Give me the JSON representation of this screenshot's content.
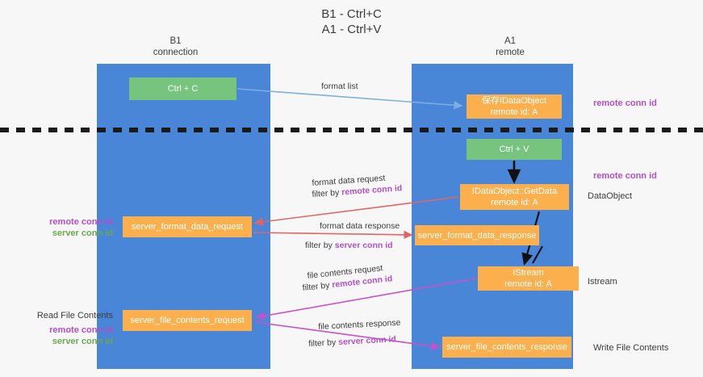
{
  "title": {
    "line1": "B1 - Ctrl+C",
    "line2": "A1 - Ctrl+V"
  },
  "columns": {
    "b1": {
      "name": "B1",
      "role": "connection"
    },
    "a1": {
      "name": "A1",
      "role": "remote"
    }
  },
  "nodes": {
    "ctrl_c": {
      "label": "Ctrl + C",
      "color": "#76c47d"
    },
    "save_dataobject": {
      "line1": "保存IDataObject",
      "line2": "remote id: A",
      "color": "#fbb04d"
    },
    "ctrl_v": {
      "label": "Ctrl + V",
      "color": "#76c47d"
    },
    "getdata": {
      "line1": "IDataObject::GetData",
      "line2": "remote id: A",
      "color": "#fbb04d"
    },
    "server_format_data_request": {
      "label": "server_format_data_request",
      "color": "#fbb04d"
    },
    "server_format_data_response": {
      "label": "server_format_data_response",
      "color": "#fbb04d"
    },
    "istream": {
      "line1": "IStream",
      "line2": "remote id: A",
      "color": "#fbb04d"
    },
    "server_file_contents_request": {
      "label": "server_file_contents_request",
      "color": "#fbb04d"
    },
    "server_file_contents_response": {
      "label": "server_file_contents_response",
      "color": "#fbb04d"
    }
  },
  "edges": {
    "format_list": {
      "label": "format list",
      "color": "#9fc5e8"
    },
    "format_data_request": {
      "line1": "format data request",
      "prefix": "filter by ",
      "highlight": "remote conn id",
      "color": "#e06666"
    },
    "format_data_response": {
      "line1": "format data response",
      "prefix": "filter by ",
      "highlight": "server conn id",
      "color": "#e06666"
    },
    "file_contents_request": {
      "line1": "file contents request",
      "prefix": "filter by ",
      "highlight": "remote conn id",
      "color": "#c850c8"
    },
    "file_contents_response": {
      "line1": "file contents response",
      "prefix": "filter by ",
      "highlight": "server conn id",
      "color": "#c850c8"
    }
  },
  "annotations": {
    "left_mid": {
      "remote": "remote conn id",
      "server": "server conn id"
    },
    "left_read": {
      "title": "Read File Contents",
      "remote": "remote conn id",
      "server": "server conn id"
    },
    "right_top": "remote conn id",
    "right_mid": "remote conn id",
    "right_dataobject": "DataObject",
    "right_istream": "Istream",
    "right_write": "Write File Contents"
  },
  "colors": {
    "lane": "#4a86d8",
    "green_node": "#76c47d",
    "orange_node": "#fbb04d",
    "purple_text": "#b24fc6",
    "green_text": "#6aa84f",
    "divider": "#1a1a1a",
    "background": "#f7f7f7"
  }
}
